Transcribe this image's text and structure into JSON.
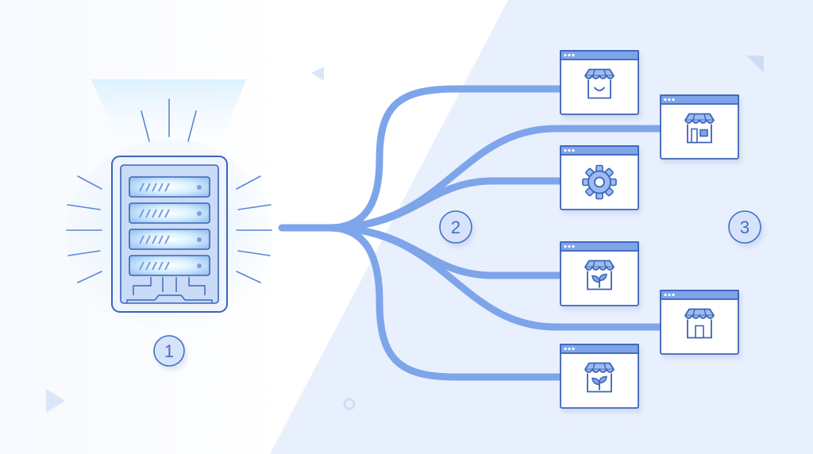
{
  "colors": {
    "background_light": "#ffffff",
    "background_panel": "#e9f0fd",
    "accent": "#7ea5ea",
    "stroke": "#3d63b8",
    "glow": "#bfe3ff"
  },
  "steps": [
    {
      "label": "1",
      "target": "server"
    },
    {
      "label": "2",
      "target": "branch-hub"
    },
    {
      "label": "3",
      "target": "storefronts"
    }
  ],
  "server": {
    "icon": "server-rack-icon",
    "unit_count": 4
  },
  "windows": [
    {
      "icon": "smiling-shop-icon"
    },
    {
      "icon": "storefront-icon"
    },
    {
      "icon": "gear-icon"
    },
    {
      "icon": "plant-shop-icon"
    },
    {
      "icon": "storefront-door-icon"
    },
    {
      "icon": "plant-shop-icon"
    }
  ],
  "decorations": [
    "triangle-icon",
    "triangle-icon",
    "triangle-icon",
    "ring-icon"
  ]
}
